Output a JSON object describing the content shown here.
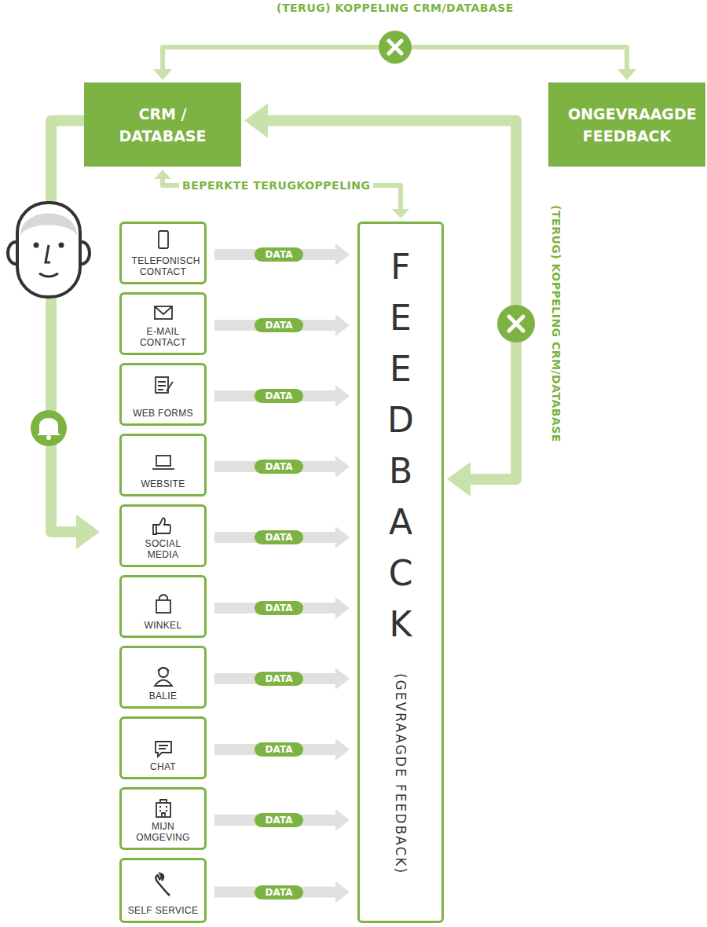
{
  "diagram": {
    "nodes": [
      {
        "text": [
          "CRM / DATABASE"
        ]
      },
      {
        "text": [
          "ONGEVRAAGDE FEEDBACK"
        ]
      },
      {
        "text": [
          "TELEFONISCH CONTACT"
        ]
      },
      {
        "text": [
          "E-MAIL CONTACT"
        ]
      },
      {
        "text": [
          "WEB FORMS"
        ]
      },
      {
        "text": [
          "WEBSITE"
        ]
      },
      {
        "text": [
          "SOCIAL MEDIA"
        ]
      },
      {
        "text": [
          "WINKEL"
        ]
      },
      {
        "text": [
          "BALIE"
        ]
      },
      {
        "text": [
          "CHAT"
        ]
      },
      {
        "text": [
          "MIJN OMGEVING"
        ]
      },
      {
        "text": [
          "SELF SERVICE"
        ]
      },
      {
        "text": [
          "FEEDBACK",
          "(GEVRAAGDE FEEDBACK)"
        ]
      }
    ],
    "edges": [
      {
        "from": 0,
        "to": 1,
        "arrow": "both",
        "label": "(TERUG) KOPPELING CRM/DATABASE"
      },
      {
        "from": 0,
        "to": 12,
        "arrow": "both",
        "label": "(TERUG) KOPPELING CRM/DATABASE"
      },
      {
        "from": 0,
        "to": 12,
        "arrow": "both",
        "label": "BEPERKTE TERUGKOPPELING"
      },
      {
        "from": 0,
        "to": 6,
        "arrow": "to"
      },
      {
        "from": 2,
        "to": 12,
        "arrow": "to",
        "label": "DATA"
      },
      {
        "from": 3,
        "to": 12,
        "arrow": "to",
        "label": "DATA"
      },
      {
        "from": 4,
        "to": 12,
        "arrow": "to",
        "label": "DATA"
      },
      {
        "from": 5,
        "to": 12,
        "arrow": "to",
        "label": "DATA"
      },
      {
        "from": 6,
        "to": 12,
        "arrow": "to",
        "label": "DATA"
      },
      {
        "from": 7,
        "to": 12,
        "arrow": "to",
        "label": "DATA"
      },
      {
        "from": 8,
        "to": 12,
        "arrow": "to",
        "label": "DATA"
      },
      {
        "from": 9,
        "to": 12,
        "arrow": "to",
        "label": "DATA"
      },
      {
        "from": 10,
        "to": 12,
        "arrow": "to",
        "label": "DATA"
      },
      {
        "from": 11,
        "to": 12,
        "arrow": "to",
        "label": "DATA"
      }
    ]
  }
}
